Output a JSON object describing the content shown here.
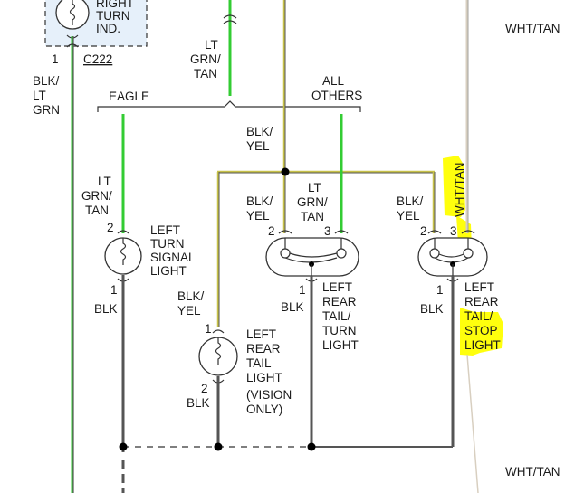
{
  "labels": {
    "right_turn_ind_1": "RIGHT",
    "right_turn_ind_2": "TURN",
    "right_turn_ind_3": "IND.",
    "wht_tan_top": "WHT/TAN",
    "wht_tan_bottom": "WHT/TAN",
    "pin_1_top": "1",
    "c222": "C222",
    "blk_lt_grn_1": "BLK/",
    "blk_lt_grn_2": "LT",
    "blk_lt_grn_3": "GRN",
    "lt_grn_tan_top_1": "LT",
    "lt_grn_tan_top_2": "GRN/",
    "lt_grn_tan_top_3": "TAN",
    "eagle": "EAGLE",
    "all_others_1": "ALL",
    "all_others_2": "OTHERS",
    "blk_yel_top_1": "BLK/",
    "blk_yel_top_2": "YEL",
    "lt_grn_tan_left_1": "LT",
    "lt_grn_tan_left_2": "GRN/",
    "lt_grn_tan_left_3": "TAN",
    "turn_signal_pin2": "2",
    "turn_signal_pin1": "1",
    "turn_signal_blk": "BLK",
    "turn_signal_name_1": "LEFT",
    "turn_signal_name_2": "TURN",
    "turn_signal_name_3": "SIGNAL",
    "turn_signal_name_4": "LIGHT",
    "blk_yel_mid_1": "BLK/",
    "blk_yel_mid_2": "YEL",
    "lt_grn_tan_mid_1": "LT",
    "lt_grn_tan_mid_2": "GRN/",
    "lt_grn_tan_mid_3": "TAN",
    "tt_pin2": "2",
    "tt_pin3": "3",
    "tt_pin1": "1",
    "tt_blk": "BLK",
    "tt_name_1": "LEFT",
    "tt_name_2": "REAR",
    "tt_name_3": "TAIL/",
    "tt_name_4": "TURN",
    "tt_name_5": "LIGHT",
    "blk_yel_right_1": "BLK/",
    "blk_yel_right_2": "YEL",
    "wht_tan_vert": "WHT/TAN",
    "ts_pin2": "2",
    "ts_pin3": "3",
    "ts_pin1": "1",
    "ts_blk": "BLK",
    "ts_name_1": "LEFT",
    "ts_name_2": "REAR",
    "ts_name_3": "TAIL/",
    "ts_name_4": "STOP",
    "ts_name_5": "LIGHT",
    "blk_yel_tail_1": "BLK/",
    "blk_yel_tail_2": "YEL",
    "tail_pin1": "1",
    "tail_pin2": "2",
    "tail_blk": "BLK",
    "tail_name_1": "LEFT",
    "tail_name_2": "REAR",
    "tail_name_3": "TAIL",
    "tail_name_4": "LIGHT",
    "tail_name_5": "(VISION",
    "tail_name_6": "ONLY)"
  },
  "colors": {
    "green_wire": "#33cc33",
    "yellow_wire": "#c8c24a",
    "black_wire": "#555555",
    "tan_wire": "#d8cfc0",
    "highlight": "#ffff00"
  }
}
